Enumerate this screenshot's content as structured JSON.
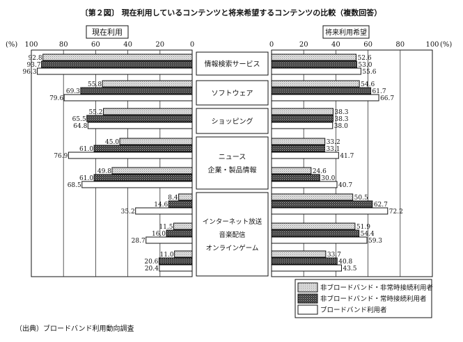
{
  "chart_data": {
    "type": "bar",
    "orientation": "horizontal-butterfly",
    "title": "〔第２図〕 現在利用しているコンテンツと将来希望するコンテンツの比較（複数回答）",
    "left_panel_title": "現在利用",
    "right_panel_title": "将来利用希望",
    "unit_label": "(%)",
    "xlim": [
      0,
      100
    ],
    "ticks": [
      "0",
      "20",
      "40",
      "60",
      "80",
      "100"
    ],
    "categories": [
      "情報検索サービス",
      "ソフトウェア",
      "ショッピング",
      "ニュース",
      "企業・製品情報",
      "インターネット放送",
      "音楽配信",
      "オンラインゲーム"
    ],
    "series": [
      {
        "name": "非ブロードバンド・非常時接続利用者",
        "pattern": "light-dots",
        "current": [
          92.8,
          55.8,
          55.2,
          45.0,
          49.8,
          8.4,
          11.5,
          11.0
        ],
        "future": [
          52.6,
          54.6,
          38.3,
          33.2,
          24.6,
          50.5,
          51.9,
          33.7
        ]
      },
      {
        "name": "非ブロードバンド・常時接続利用者",
        "pattern": "dark-hatch",
        "current": [
          93.7,
          69.3,
          65.5,
          61.0,
          61.0,
          14.6,
          16.0,
          20.6
        ],
        "future": [
          53.0,
          61.7,
          38.3,
          33.1,
          30.0,
          62.7,
          54.4,
          40.8
        ]
      },
      {
        "name": "ブロードバンド利用者",
        "pattern": "white",
        "current": [
          96.3,
          79.6,
          64.8,
          76.9,
          68.5,
          35.2,
          28.7,
          20.4
        ],
        "future": [
          55.6,
          66.7,
          38.0,
          41.7,
          40.7,
          72.2,
          59.3,
          43.5
        ]
      }
    ],
    "legend": "bottom-right",
    "grid": true
  },
  "source": "（出典）ブロードバンド利用動向調査",
  "colors": {
    "light": "#cfcfcf",
    "dark": "#4a4a4a",
    "line": "#111111"
  }
}
